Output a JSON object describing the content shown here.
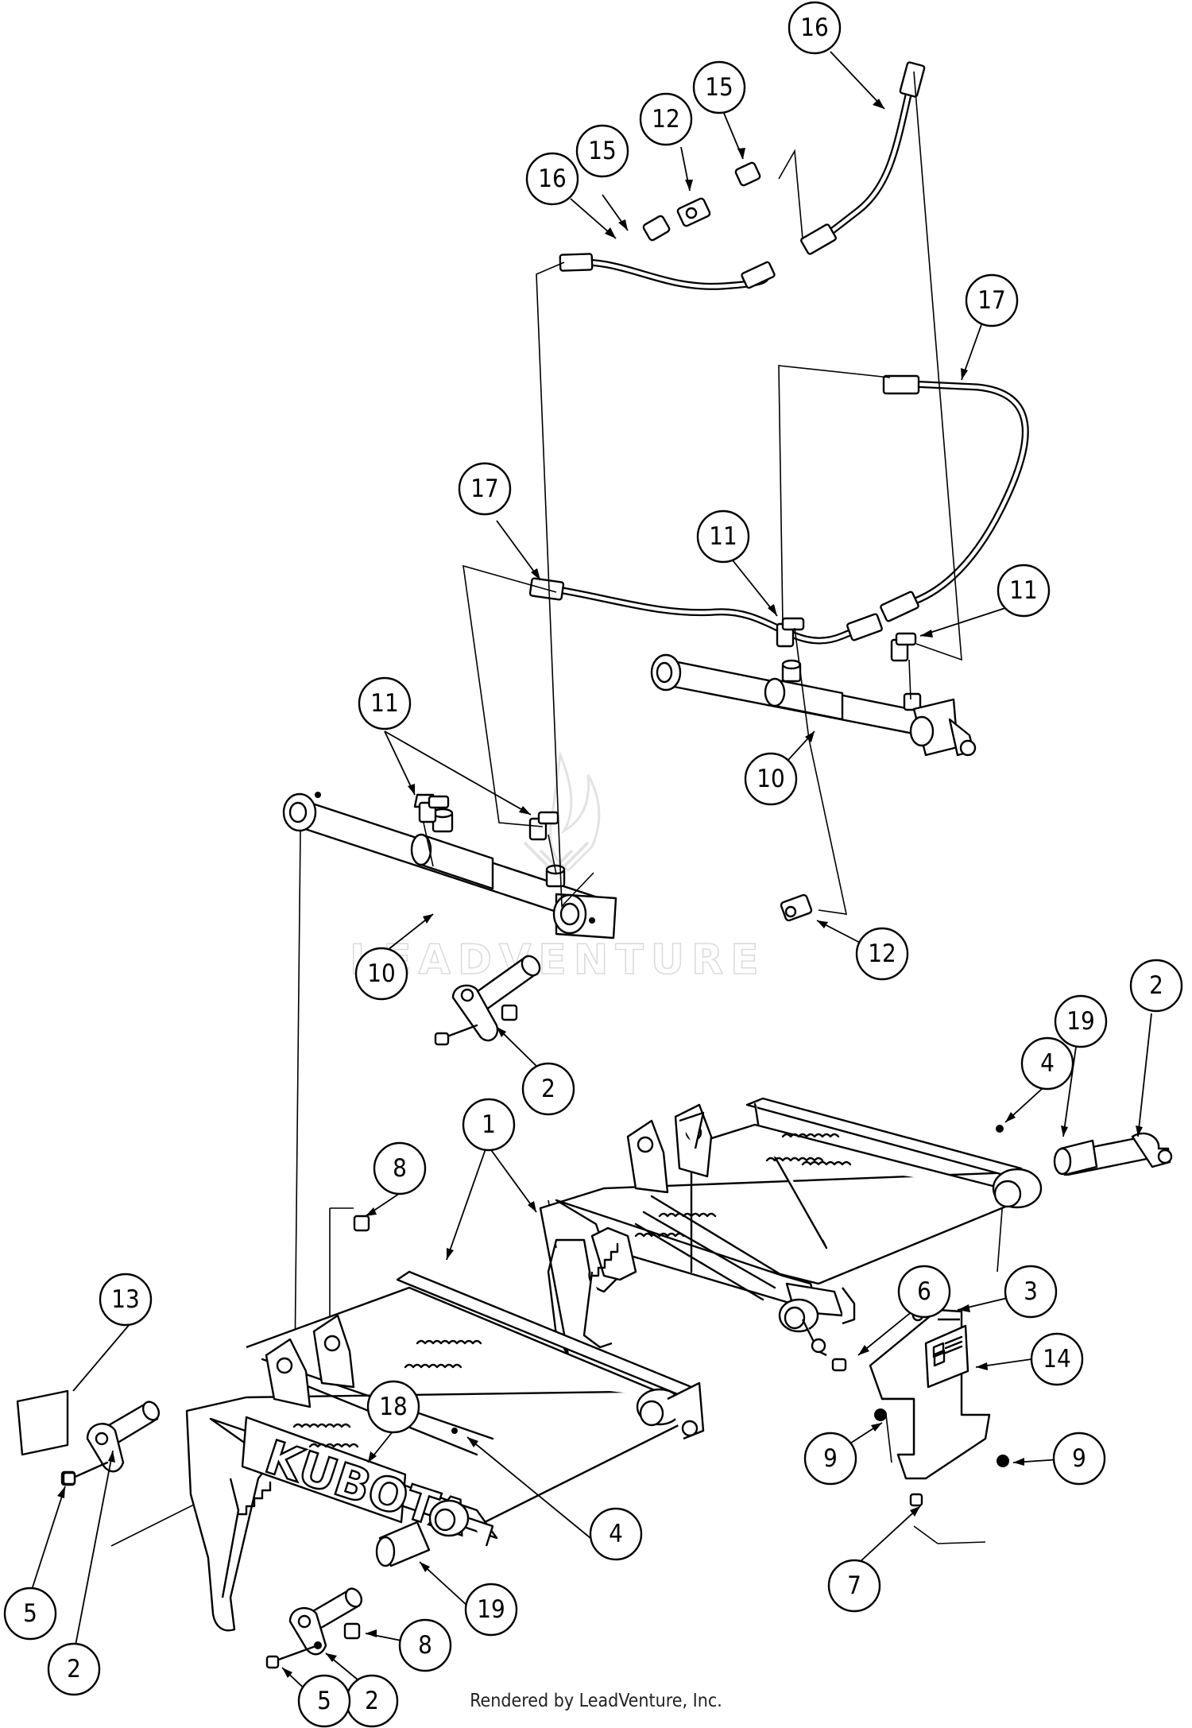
{
  "watermark": {
    "text": "LEADVENTURE"
  },
  "footer": {
    "credit": "Rendered by LeadVenture, Inc."
  },
  "brand": {
    "decal_text": "KUBOTA"
  },
  "callouts": [
    {
      "id": "c16a",
      "label": "16"
    },
    {
      "id": "c15a",
      "label": "15"
    },
    {
      "id": "c12a",
      "label": "12"
    },
    {
      "id": "c15b",
      "label": "15"
    },
    {
      "id": "c16b",
      "label": "16"
    },
    {
      "id": "c17a",
      "label": "17"
    },
    {
      "id": "c17b",
      "label": "17"
    },
    {
      "id": "c11a",
      "label": "11"
    },
    {
      "id": "c11b",
      "label": "11"
    },
    {
      "id": "c11c",
      "label": "11"
    },
    {
      "id": "c10a",
      "label": "10"
    },
    {
      "id": "c10b",
      "label": "10"
    },
    {
      "id": "c12b",
      "label": "12"
    },
    {
      "id": "c2a",
      "label": "2"
    },
    {
      "id": "c2b",
      "label": "2"
    },
    {
      "id": "c19a",
      "label": "19"
    },
    {
      "id": "c4a",
      "label": "4"
    },
    {
      "id": "c1",
      "label": "1"
    },
    {
      "id": "c8a",
      "label": "8"
    },
    {
      "id": "c13",
      "label": "13"
    },
    {
      "id": "c18",
      "label": "18"
    },
    {
      "id": "c6",
      "label": "6"
    },
    {
      "id": "c3",
      "label": "3"
    },
    {
      "id": "c14",
      "label": "14"
    },
    {
      "id": "c9a",
      "label": "9"
    },
    {
      "id": "c9b",
      "label": "9"
    },
    {
      "id": "c4b",
      "label": "4"
    },
    {
      "id": "c7",
      "label": "7"
    },
    {
      "id": "c5a",
      "label": "5"
    },
    {
      "id": "c2c",
      "label": "2"
    },
    {
      "id": "c19b",
      "label": "19"
    },
    {
      "id": "c8b",
      "label": "8"
    },
    {
      "id": "c2d",
      "label": "2"
    },
    {
      "id": "c5b",
      "label": "5"
    }
  ]
}
